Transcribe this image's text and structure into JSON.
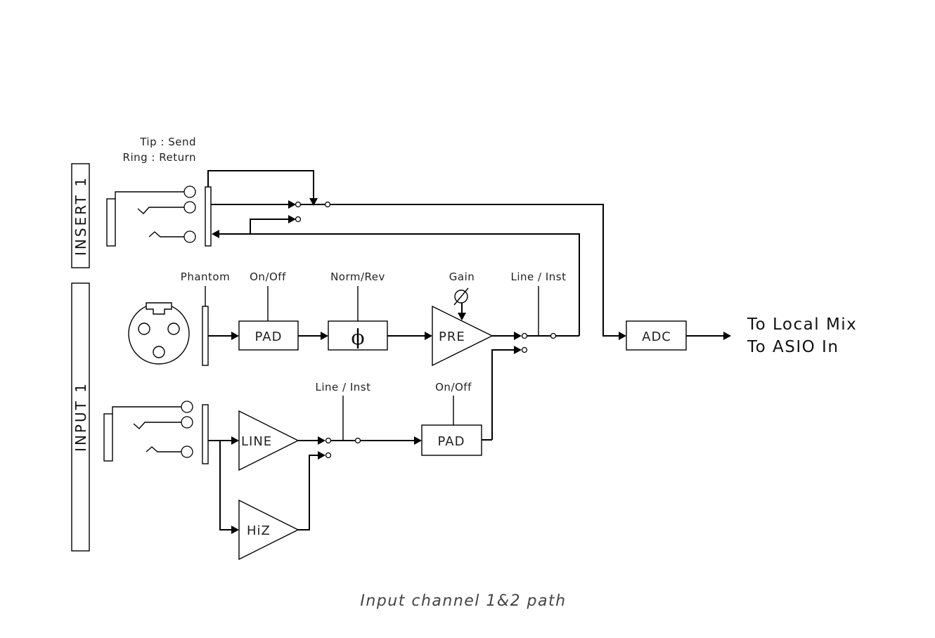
{
  "diagram": {
    "caption": "Input channel 1&2 path",
    "sections": {
      "insert": "INSERT 1",
      "input": "INPUT 1"
    },
    "insert_labels": {
      "tip": "Tip : Send",
      "ring": "Ring : Return"
    },
    "controls": {
      "phantom": "Phantom",
      "pad_on_off": "On/Off",
      "norm_rev": "Norm/Rev",
      "gain": "Gain",
      "line_inst_top": "Line / Inst",
      "line_inst_bottom": "Line / Inst",
      "pad2_on_off": "On/Off"
    },
    "blocks": {
      "pad": "PAD",
      "phase": "ϕ",
      "pre": "PRE",
      "adc": "ADC",
      "line": "LINE",
      "hiz": "HiZ",
      "pad2": "PAD"
    },
    "outputs": {
      "local_mix": "To Local Mix",
      "asio_in": "To ASIO In"
    }
  }
}
